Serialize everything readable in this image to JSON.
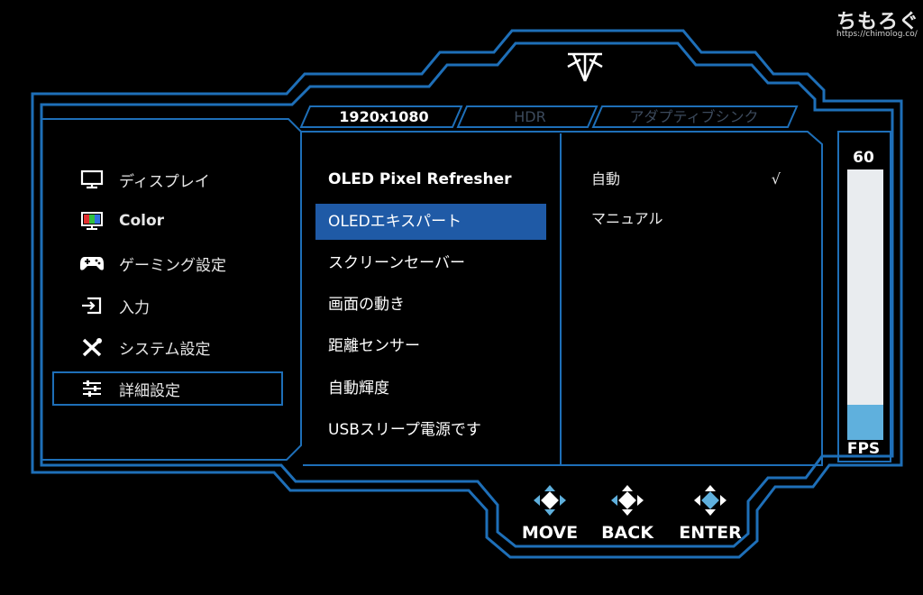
{
  "watermark": {
    "title": "ちもろぐ",
    "url": "https://chimolog.co/"
  },
  "tabs": [
    {
      "label": "1920x1080",
      "active": true
    },
    {
      "label": "HDR",
      "active": false
    },
    {
      "label": "アダプティブシンク",
      "active": false
    }
  ],
  "left_menu": [
    {
      "label": "ディスプレイ",
      "icon": "monitor-icon"
    },
    {
      "label": "Color",
      "icon": "color-icon"
    },
    {
      "label": "ゲーミング設定",
      "icon": "gamepad-icon"
    },
    {
      "label": "入力",
      "icon": "input-icon"
    },
    {
      "label": "システム設定",
      "icon": "tools-icon"
    },
    {
      "label": "詳細設定",
      "icon": "sliders-icon",
      "selected": true
    }
  ],
  "middle_menu": [
    {
      "label": "OLED Pixel Refresher"
    },
    {
      "label": "OLEDエキスパート",
      "selected": true
    },
    {
      "label": "スクリーンセーバー"
    },
    {
      "label": "画面の動き"
    },
    {
      "label": "距離センサー"
    },
    {
      "label": "自動輝度"
    },
    {
      "label": "USBスリープ電源です"
    }
  ],
  "right_menu": [
    {
      "label": "自動",
      "check": "√"
    },
    {
      "label": "マニュアル",
      "check": ""
    }
  ],
  "fps": {
    "value": "60",
    "label": "FPS",
    "level_fraction": 0.13
  },
  "nav": {
    "move": "MOVE",
    "back": "BACK",
    "enter": "ENTER"
  },
  "colors": {
    "frame": "#1e6fb8",
    "selection": "#1f5aa6",
    "fps_fill": "#5fb0dd"
  }
}
